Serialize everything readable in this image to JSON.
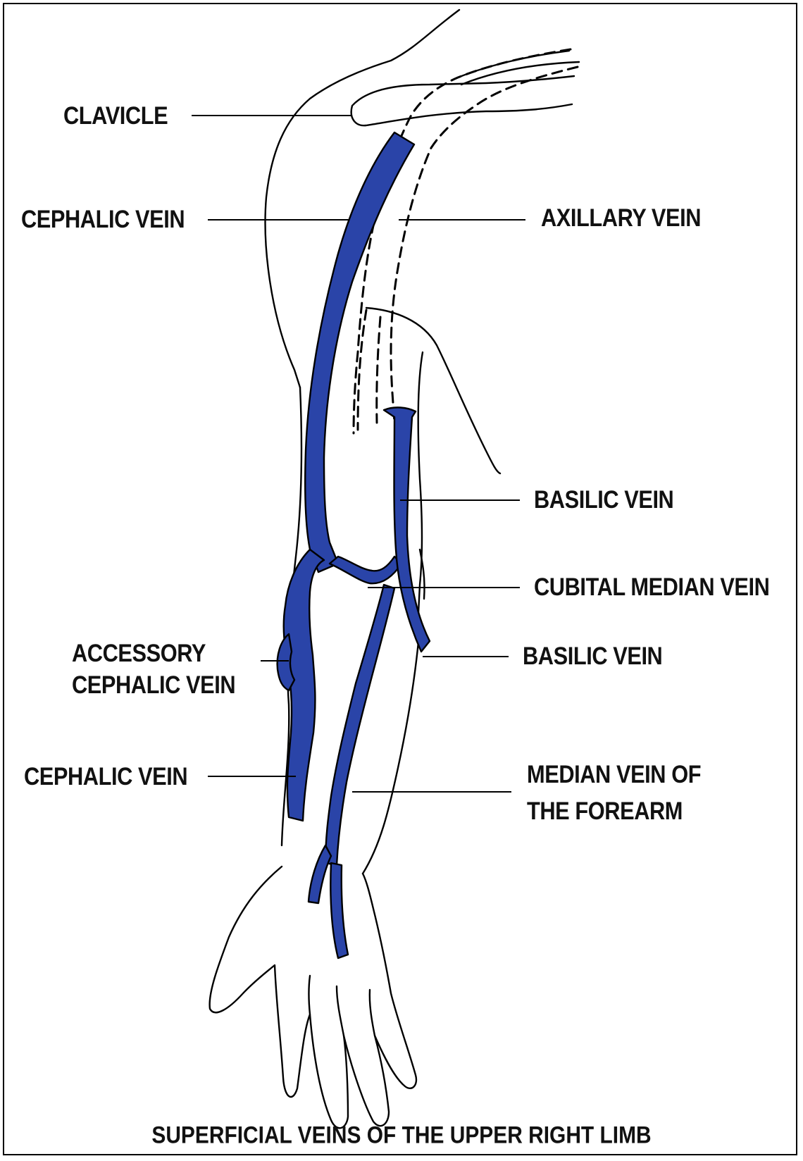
{
  "colors": {
    "vein": "#2a44a8",
    "outline": "#000000"
  },
  "labels": {
    "clavicle": "CLAVICLE",
    "cephalic_vein_upper": "CEPHALIC VEIN",
    "axillary_vein": "AXILLARY VEIN",
    "basilic_vein_upper": "BASILIC VEIN",
    "cubital_median_vein": "CUBITAL MEDIAN VEIN",
    "accessory_cephalic_line1": "ACCESSORY",
    "accessory_cephalic_line2": "CEPHALIC VEIN",
    "basilic_vein_lower": "BASILIC VEIN",
    "cephalic_vein_lower": "CEPHALIC VEIN",
    "median_forearm_line1": "MEDIAN VEIN OF",
    "median_forearm_line2": "THE FOREARM"
  },
  "caption": "SUPERFICIAL VEINS OF THE UPPER RIGHT LIMB"
}
